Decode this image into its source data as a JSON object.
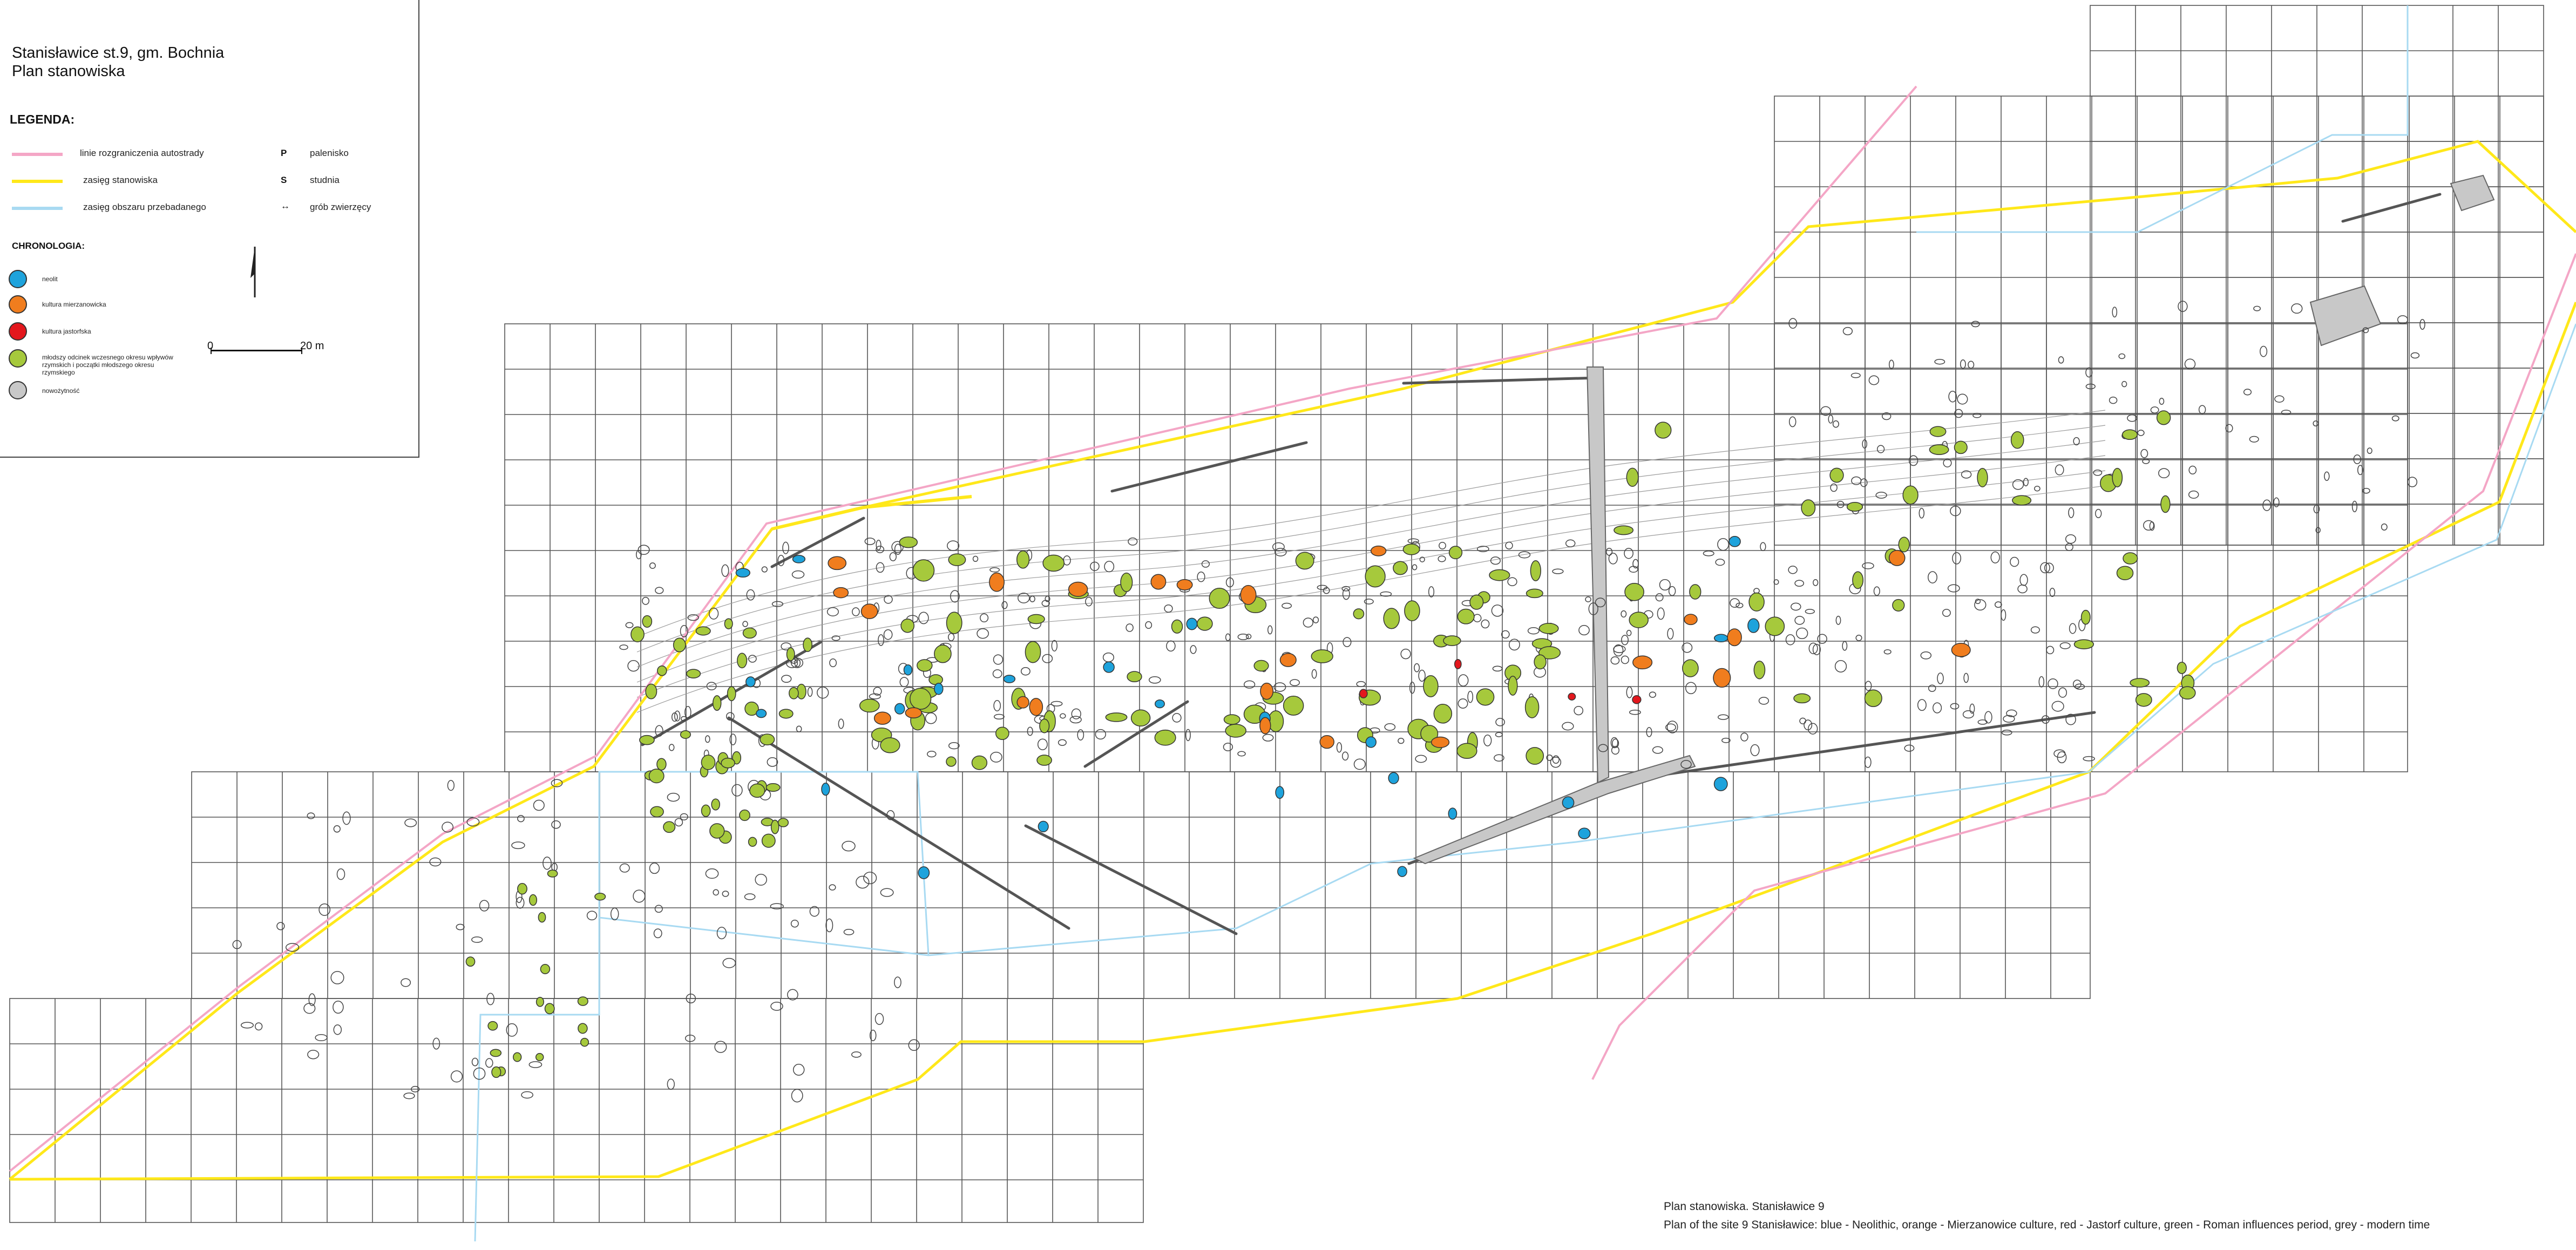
{
  "title": {
    "line1": "Stanisławice st.9, gm. Bochnia",
    "line2": "Plan stanowiska"
  },
  "legend": {
    "heading": "LEGENDA:",
    "lines": [
      {
        "label": "linie rozgraniczenia autostrady",
        "color": "#f4a6c6"
      },
      {
        "label": "zasięg stanowiska",
        "color": "#ffe81a"
      },
      {
        "label": "zasięg obszaru przebadanego",
        "color": "#a8daf2"
      }
    ],
    "symbols": [
      {
        "symbol": "P",
        "label": "palenisko"
      },
      {
        "symbol": "S",
        "label": "studnia"
      },
      {
        "symbol": "↔",
        "label": "grób zwierzęcy"
      }
    ],
    "chronology_heading": "CHRONOLOGIA:",
    "chronology": [
      {
        "label": "neolit",
        "color": "#1ea3dc"
      },
      {
        "label": "kultura mierzanowicka",
        "color": "#f07d1e"
      },
      {
        "label": "kultura jastorfska",
        "color": "#e3171d"
      },
      {
        "label": "młodszy odcinek wczesnego okresu wpływów rzymskich i początki młodszego okresu rzymskiego",
        "color": "#a6c93c"
      },
      {
        "label": "nowożytność",
        "color": "#c8c8c8"
      }
    ],
    "scale": {
      "start": "0",
      "end": "20 m"
    }
  },
  "captions": {
    "line1": "Plan stanowiska. Stanisławice 9",
    "line2": "Plan of the site 9 Stanisławice: blue - Neolithic, orange - Mierzanowice culture, red - Jastorf culture, green - Roman influences period, grey - modern time"
  },
  "colors": {
    "grid": "#555555",
    "site_extent": "#ffe81a",
    "motorway_line": "#f4a6c6",
    "excavated_area": "#a8daf2",
    "neolithic": "#1ea3dc",
    "mierzanowice": "#f07d1e",
    "jastorf": "#e3171d",
    "roman": "#a6c93c",
    "modern": "#c8c8c8"
  }
}
